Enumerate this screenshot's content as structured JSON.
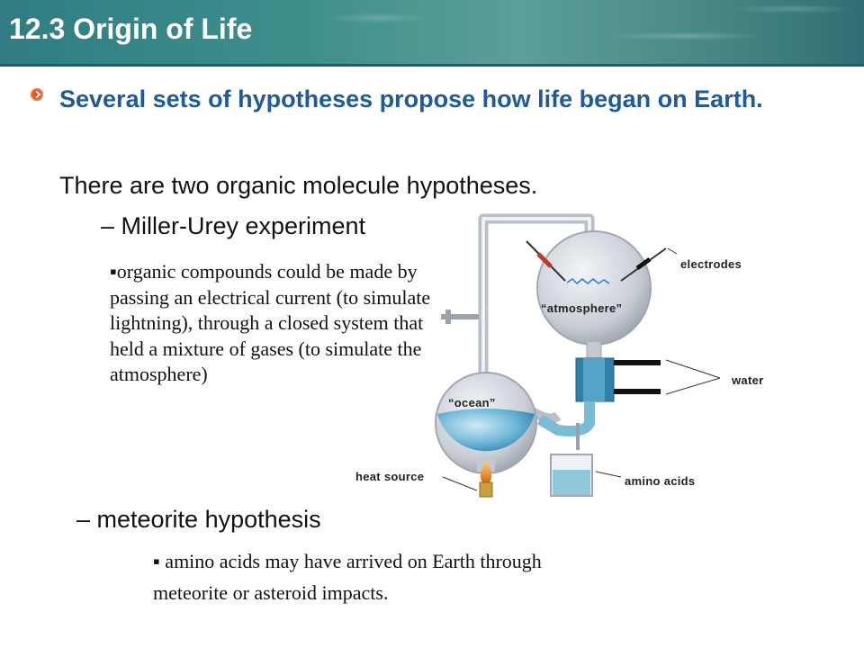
{
  "header": {
    "title": "12.3 Origin of Life"
  },
  "slide": {
    "heading": "Several sets of hypotheses propose how life began on Earth.",
    "subheading": "There are two organic molecule hypotheses.",
    "miller_urey": {
      "title": "– Miller-Urey experiment",
      "description": "▪organic compounds could be made by passing an electrical current (to simulate lightning), through a closed system that held a mixture of gases (to simulate the atmosphere)"
    },
    "meteorite": {
      "title": "– meteorite hypothesis",
      "description": "▪  amino acids may have arrived on Earth through meteorite or asteroid impacts."
    }
  },
  "diagram": {
    "labels": {
      "electrodes": "electrodes",
      "atmosphere": "“atmosphere”",
      "water": "water",
      "ocean": "“ocean”",
      "heat_source": "heat source",
      "amino_acids": "amino acids"
    }
  }
}
